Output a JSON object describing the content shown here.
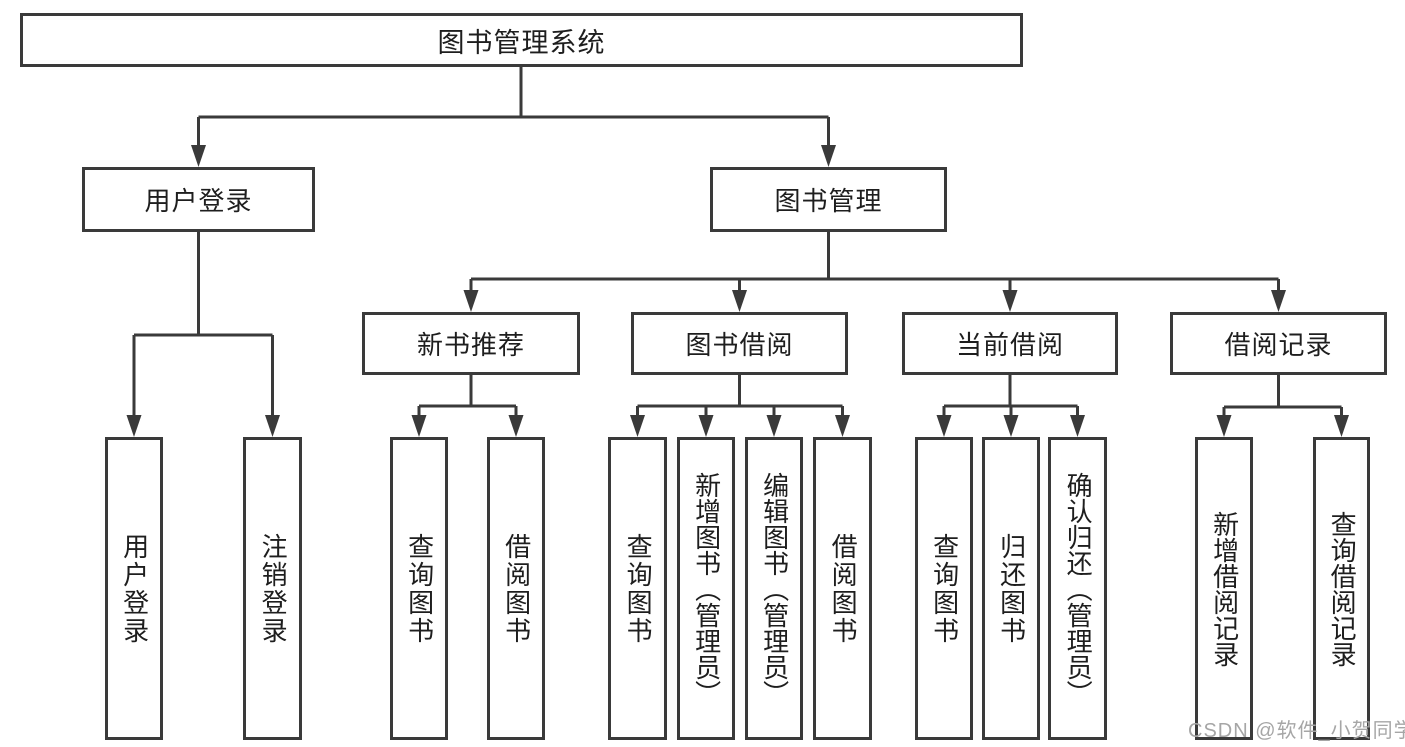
{
  "diagram": {
    "root": {
      "label": "图书管理系统"
    },
    "level2": [
      {
        "label": "用户登录"
      },
      {
        "label": "图书管理"
      }
    ],
    "user_module_children": [
      "用户登录",
      "注销登录"
    ],
    "modules": [
      {
        "label": "新书推荐",
        "children": [
          "查询图书",
          "借阅图书"
        ]
      },
      {
        "label": "图书借阅",
        "children": [
          "查询图书",
          "新增图书（管理员）",
          "编辑图书（管理员）",
          "借阅图书"
        ]
      },
      {
        "label": "当前借阅",
        "children": [
          "查询图书",
          "归还图书",
          "确认归还（管理员）"
        ]
      },
      {
        "label": "借阅记录",
        "children": [
          "新增借阅记录",
          "查询借阅记录"
        ]
      }
    ]
  },
  "watermark": {
    "text": "CSDN @软件_小贺同学"
  },
  "colors": {
    "line": "#3a3a3a",
    "text": "#1e1e1e",
    "watermark_text": "#a6a6a6",
    "background": "#ffffff"
  }
}
